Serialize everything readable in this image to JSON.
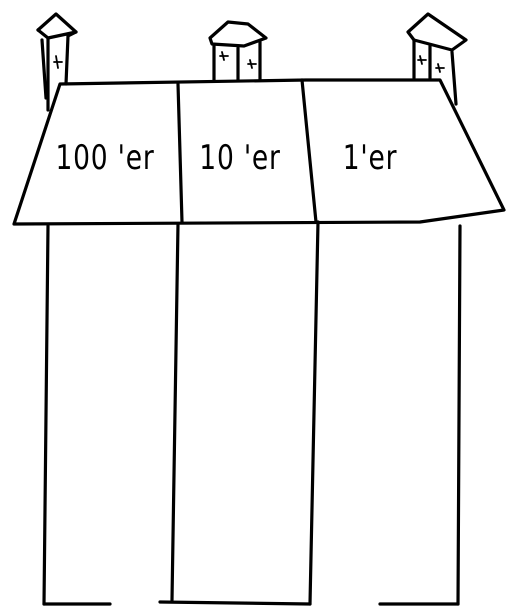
{
  "place_value_house": {
    "columns": [
      {
        "label": "100 'er"
      },
      {
        "label": "10 'er"
      },
      {
        "label": "1'er"
      }
    ]
  }
}
